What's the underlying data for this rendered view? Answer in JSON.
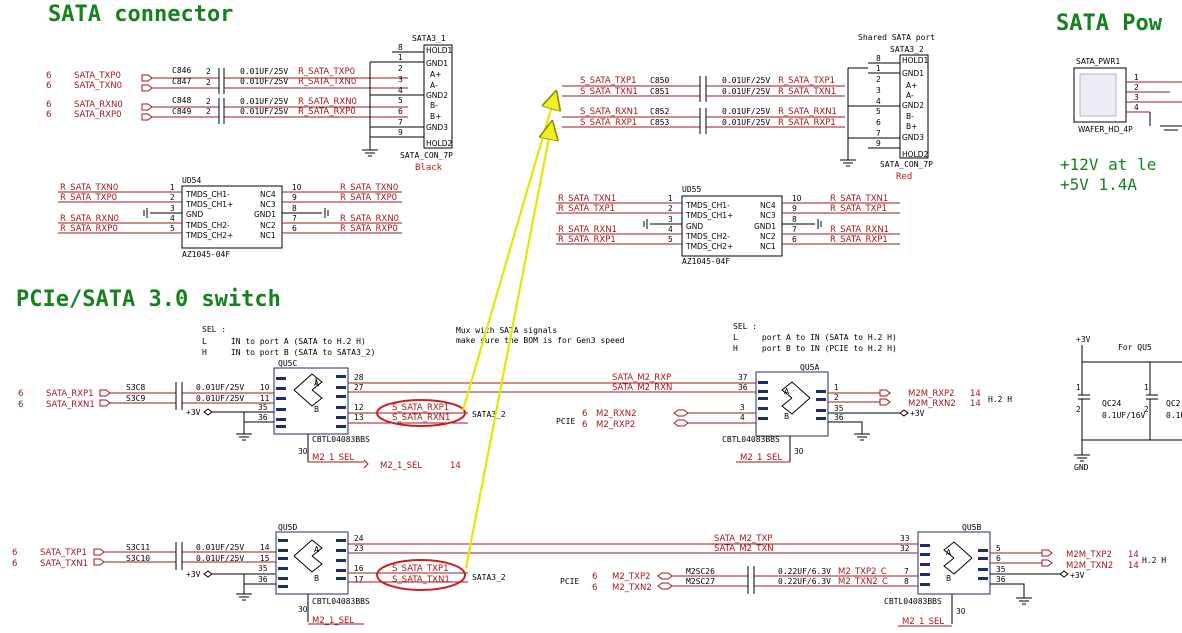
{
  "headings": {
    "sata_connector": "SATA connector",
    "pcie_sata_switch": "PCIe/SATA 3.0 switch",
    "sata_power": "SATA Pow"
  },
  "left_connector": {
    "refdes": "SATA3_1",
    "part": "SATA_CON_7P",
    "color": "Black",
    "pins": [
      "HOLD1",
      "GND1",
      "A+",
      "A-",
      "GND2",
      "B-",
      "B+",
      "GND3",
      "HOLD2"
    ],
    "pin_numbers": [
      "8",
      "1",
      "2",
      "3",
      "4",
      "5",
      "6",
      "7",
      "9"
    ],
    "left_nets": [
      {
        "sheet": "6",
        "net": "SATA_TXP0",
        "cap": "C846",
        "cap_pin": "2",
        "value": "0.01UF/25V",
        "out_net": "R_SATA_TXP0"
      },
      {
        "sheet": "6",
        "net": "SATA_TXN0",
        "cap": "C847",
        "cap_pin": "2",
        "value": "0.01UF/25V",
        "out_net": "R_SATA_TXN0"
      },
      {
        "sheet": "6",
        "net": "SATA_RXN0",
        "cap": "C848",
        "cap_pin": "2",
        "value": "0.01UF/25V",
        "out_net": "R_SATA_RXN0"
      },
      {
        "sheet": "6",
        "net": "SATA_RXP0",
        "cap": "C849",
        "cap_pin": "2",
        "value": "0.01UF/25V",
        "out_net": "R_SATA_RXP0"
      }
    ]
  },
  "right_connector": {
    "title": "Shared SATA port",
    "refdes": "SATA3_2",
    "part": "SATA_CON_7P",
    "color": "Red",
    "pins": [
      "HOLD1",
      "GND1",
      "A+",
      "A-",
      "GND2",
      "B-",
      "B+",
      "GND3",
      "HOLD2"
    ],
    "pin_numbers": [
      "8",
      "1",
      "2",
      "3",
      "4",
      "5",
      "6",
      "7",
      "9"
    ],
    "nets": [
      {
        "net": "S_SATA_TXP1",
        "cap": "C850",
        "value": "0.01UF/25V",
        "out_net": "R_SATA_TXP1"
      },
      {
        "net": "S_SATA_TXN1",
        "cap": "C851",
        "value": "0.01UF/25V",
        "out_net": "R_SATA_TXN1"
      },
      {
        "net": "S_SATA_RXN1",
        "cap": "C852",
        "value": "0.01UF/25V",
        "out_net": "R_SATA_RXN1"
      },
      {
        "net": "S_SATA_RXP1",
        "cap": "C853",
        "value": "0.01UF/25V",
        "out_net": "R_SATA_RXP1"
      }
    ]
  },
  "ud54": {
    "refdes": "UD54",
    "part": "AZ1045-04F",
    "left_pins": [
      {
        "num": "1",
        "name": "TMDS_CH1-",
        "net": "R_SATA_TXN0"
      },
      {
        "num": "2",
        "name": "TMDS_CH1+",
        "net": "R_SATA_TXP0"
      },
      {
        "num": "3",
        "name": "GND",
        "net": ""
      },
      {
        "num": "4",
        "name": "TMDS_CH2-",
        "net": "R_SATA_RXN0"
      },
      {
        "num": "5",
        "name": "TMDS_CH2+",
        "net": "R_SATA_RXP0"
      }
    ],
    "right_pins": [
      {
        "num": "10",
        "name": "NC4",
        "net": "R_SATA_TXN0"
      },
      {
        "num": "9",
        "name": "NC3",
        "net": "R_SATA_TXP0"
      },
      {
        "num": "8",
        "name": "GND1",
        "net": ""
      },
      {
        "num": "7",
        "name": "NC2",
        "net": "R_SATA_RXN0"
      },
      {
        "num": "6",
        "name": "NC1",
        "net": "R_SATA_RXP0"
      }
    ]
  },
  "ud55": {
    "refdes": "UD55",
    "part": "AZ1045-04F",
    "left_pins": [
      {
        "num": "1",
        "name": "TMDS_CH1-",
        "net": "R_SATA_TXN1"
      },
      {
        "num": "2",
        "name": "TMDS_CH1+",
        "net": "R_SATA_TXP1"
      },
      {
        "num": "3",
        "name": "GND",
        "net": ""
      },
      {
        "num": "4",
        "name": "TMDS_CH2-",
        "net": "R_SATA_RXN1"
      },
      {
        "num": "5",
        "name": "TMDS_CH2+",
        "net": "R_SATA_RXP1"
      }
    ],
    "right_pins": [
      {
        "num": "10",
        "name": "NC4",
        "net": "R_SATA_TXN1"
      },
      {
        "num": "9",
        "name": "NC3",
        "net": "R_SATA_TXP1"
      },
      {
        "num": "8",
        "name": "GND1",
        "net": ""
      },
      {
        "num": "7",
        "name": "NC2",
        "net": "R_SATA_RXN1"
      },
      {
        "num": "6",
        "name": "NC1",
        "net": "R_SATA_RXP1"
      }
    ]
  },
  "power": {
    "connector_refdes": "SATA_PWR1",
    "connector_part": "WAFER_HD_4P",
    "pin_numbers": [
      "1",
      "2",
      "3",
      "4"
    ],
    "line1": "+12V at le",
    "line2": "+5V 1.4A",
    "for_label": "For QU5",
    "rail": "+3V",
    "gnd": "GND",
    "cap_refdes": "QC24",
    "cap_value": "0.1UF/16V",
    "cap2_refdes": "QC2",
    "cap2_value": "0.1U",
    "cap_pin_top": "1",
    "cap_pin_bottom": "2"
  },
  "sel_notes_left": {
    "title": "SEL :",
    "l": "L     IN to port A (SATA to H.2 H)",
    "h": "H     IN to port B (SATA to SATA3_2)"
  },
  "mux_note": {
    "line1": "Mux with SATA signals",
    "line2": "make sure the BOM is for Gen3 speed"
  },
  "sel_notes_right": {
    "title": "SEL :",
    "l": "L     port A to IN (SATA to H.2 H)",
    "h": "H     port B to IN (PCIE to H.2 H)"
  },
  "qu5c": {
    "refdes": "QU5C",
    "part": "CBTL04083BBS",
    "in_nets": [
      {
        "sheet": "6",
        "net": "SATA_RXP1",
        "cap": "S3C8",
        "value": "0.01UF/25V",
        "pin": "10"
      },
      {
        "sheet": "6",
        "net": "SATA_RXN1",
        "cap": "S3C9",
        "value": "0.01UF/25V",
        "pin": "11"
      }
    ],
    "vcc": "+3V",
    "vcc_pins": [
      "35",
      "36"
    ],
    "a_pins": [
      "28",
      "27"
    ],
    "a_nets": [
      "SATA_M2_RXP",
      "SATA_M2_RXN"
    ],
    "b_pins": [
      "12",
      "13"
    ],
    "b_nets": [
      "S_SATA_RXP1",
      "S_SATA_RXN1"
    ],
    "b_dest": "SATA3_2",
    "sel_pin": "30",
    "sel_net": "M2_1_SEL",
    "sel_sheet": "14"
  },
  "qu5a": {
    "refdes": "QU5A",
    "part": "CBTL04083BBS",
    "a_pins": [
      "37",
      "36"
    ],
    "b_label": "PCIE",
    "b_nets": [
      {
        "sheet": "6",
        "net": "M2_RXN2",
        "pin": "3"
      },
      {
        "sheet": "6",
        "net": "M2_RXP2",
        "pin": "4"
      }
    ],
    "out_pins": [
      "1",
      "2"
    ],
    "out_nets": [
      {
        "net": "M2M_RXP2",
        "sheet": "14"
      },
      {
        "net": "M2M_RXN2",
        "sheet": "14"
      }
    ],
    "dest": "H.2 H",
    "vcc": "+3V",
    "vcc_pins": [
      "35",
      "36"
    ],
    "sel_pin": "30",
    "sel_net": "M2_1_SEL"
  },
  "qu5d": {
    "refdes": "QU5D",
    "part": "CBTL04083BBS",
    "in_nets": [
      {
        "sheet": "6",
        "net": "SATA_TXP1",
        "cap": "S3C11",
        "value": "0.01UF/25V",
        "pin": "14"
      },
      {
        "sheet": "6",
        "net": "SATA_TXN1",
        "cap": "S3C10",
        "value": "0.01UF/25V",
        "pin": "15"
      }
    ],
    "vcc": "+3V",
    "vcc_pins": [
      "35",
      "36"
    ],
    "a_pins": [
      "24",
      "23"
    ],
    "a_nets": [
      "SATA_M2_TXP",
      "SATA_M2_TXN"
    ],
    "b_pins": [
      "16",
      "17"
    ],
    "b_nets": [
      "S_SATA_TXP1",
      "S_SATA_TXN1"
    ],
    "b_dest": "SATA3_2",
    "sel_pin": "30",
    "sel_net": "M2_1_SEL"
  },
  "qu5b": {
    "refdes": "QU5B",
    "part": "CBTL04083BBS",
    "a_pins": [
      "33",
      "32"
    ],
    "b_label": "PCIE",
    "b_nets": [
      {
        "sheet": "6",
        "net": "M2_TXP2",
        "cap": "M2SC26",
        "value": "0.22UF/6.3V",
        "out": "M2_TXP2_C",
        "pin": "7"
      },
      {
        "sheet": "6",
        "net": "M2_TXN2",
        "cap": "M2SC27",
        "value": "0.22UF/6.3V",
        "out": "M2_TXN2_C",
        "pin": "8"
      }
    ],
    "out_pins": [
      "5",
      "6"
    ],
    "out_nets": [
      {
        "net": "M2M_TXP2",
        "sheet": "14"
      },
      {
        "net": "M2M_TXN2",
        "sheet": "14"
      }
    ],
    "dest": "H.2 H",
    "vcc": "+3V",
    "vcc_pins": [
      "35",
      "36"
    ],
    "sel_pin": "30",
    "sel_net": "M2_1_SEL"
  },
  "port_labels": {
    "a": "A",
    "b": "B"
  },
  "colors": {
    "heading": "#15821d",
    "net": "#a01818",
    "highlight_ellipse": "#cc1f1f",
    "arrow": "#e6e600",
    "component_body": "#1c2c6c"
  }
}
